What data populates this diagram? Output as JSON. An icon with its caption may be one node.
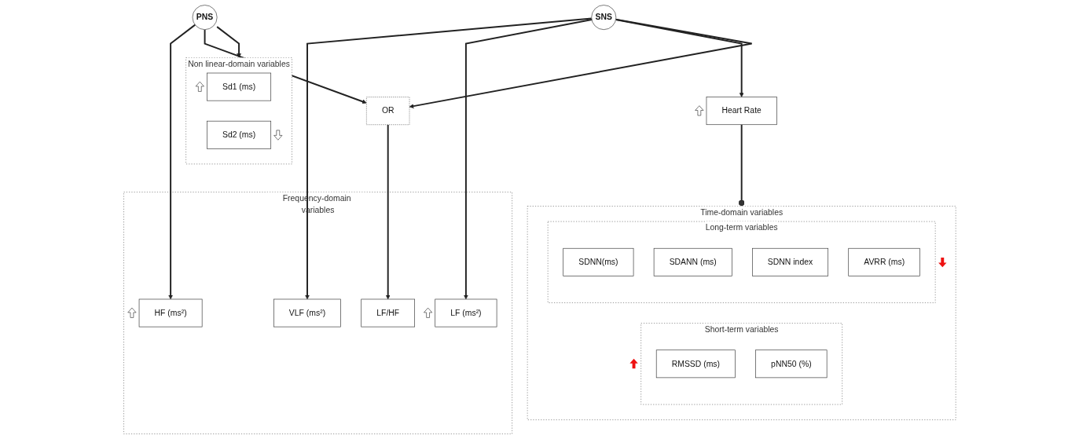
{
  "diagram": {
    "nodes": [
      {
        "text": [
          "PNS"
        ]
      },
      {
        "text": [
          "Non linear-domain variables"
        ]
      },
      {
        "text": [
          "Sd1 (ms)"
        ],
        "in": 1
      },
      {
        "text": [
          "Sd2 (ms)"
        ],
        "in": 1
      },
      {
        "text": [
          "SNS"
        ]
      },
      {
        "text": [
          "Heart Rate"
        ]
      },
      {
        "text": [
          "OR"
        ]
      },
      {
        "text": [
          "Frequency-domain variables"
        ]
      },
      {
        "text": [
          "VLF (ms²)"
        ],
        "in": 7
      },
      {
        "text": [
          "LF (ms²)"
        ],
        "in": 7
      },
      {
        "text": [
          "HF (ms²)"
        ],
        "in": 7
      },
      {
        "text": [
          "LF/HF"
        ],
        "in": 7
      },
      {
        "text": [
          "Time-domain variables"
        ]
      },
      {
        "text": [
          "Short-term variables"
        ],
        "in": 12
      },
      {
        "text": [
          "RMSSD (ms)"
        ],
        "in": 13
      },
      {
        "text": [
          "pNN50 (%)"
        ],
        "in": 13
      },
      {
        "text": [
          "Long-term variables"
        ],
        "in": 12
      },
      {
        "text": [
          "SDNN(ms)"
        ],
        "in": 16
      },
      {
        "text": [
          "SDANN (ms)"
        ],
        "in": 16
      },
      {
        "text": [
          "SDNN index"
        ],
        "in": 16
      },
      {
        "text": [
          "AVRR (ms)"
        ],
        "in": 16
      }
    ],
    "edges": [
      {
        "from": 0,
        "to": 1,
        "arrow": "to"
      },
      {
        "from": 0,
        "to": 10,
        "arrow": "to"
      },
      {
        "from": 0,
        "to": 6,
        "arrow": "to"
      },
      {
        "from": 4,
        "to": 8,
        "arrow": "to"
      },
      {
        "from": 4,
        "to": 9,
        "arrow": "to"
      },
      {
        "from": 4,
        "to": 5,
        "arrow": "to"
      },
      {
        "from": 4,
        "to": 6,
        "arrow": "to"
      },
      {
        "from": 6,
        "to": 11,
        "arrow": "to"
      },
      {
        "from": 5,
        "to": 12,
        "arrow": "other"
      }
    ]
  }
}
